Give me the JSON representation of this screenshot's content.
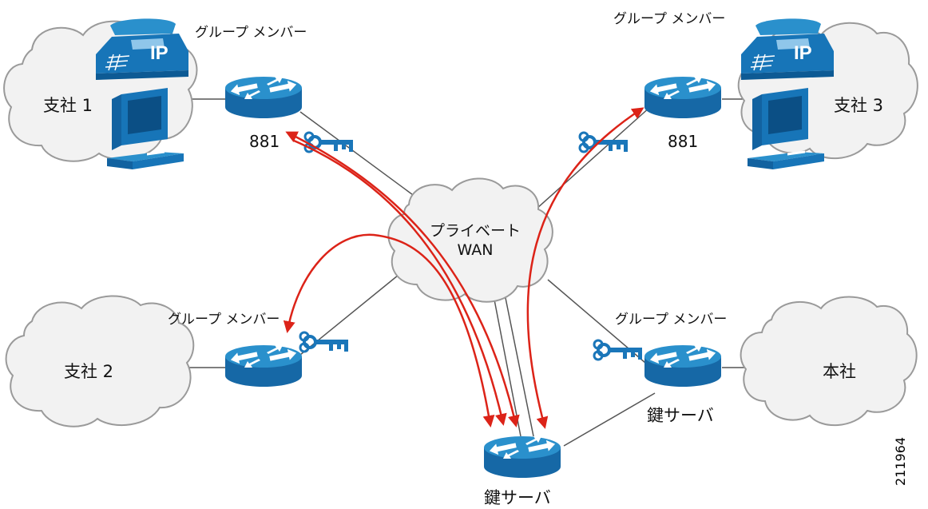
{
  "labels": {
    "group_member_1": "グループ メンバー",
    "group_member_3": "グループ メンバー",
    "group_member_2": "グループ メンバー",
    "group_member_hq": "グループ メンバー",
    "branch_1": "支社 1",
    "branch_2": "支社 2",
    "branch_3": "支社 3",
    "headquarters": "本社",
    "router_model_1": "881",
    "router_model_3": "881",
    "wan_line1": "プライベート",
    "wan_line2": "WAN",
    "key_server_hq": "鍵サーバ",
    "key_server_main": "鍵サーバ",
    "figure_id": "211964",
    "phone_badge_1": "IP",
    "phone_badge_3": "IP"
  },
  "colors": {
    "router_blue": "#1775b8",
    "router_top": "#2a90cc",
    "arrow_red": "#dc2318",
    "key_blue": "#1a76b9",
    "cloud_fill": "#f2f2f2",
    "cloud_stroke": "#9a9a9a",
    "line_gray": "#555555"
  },
  "icons": [
    "router-icon",
    "ip-phone-icon",
    "workstation-icon",
    "key-icon",
    "cloud-icon"
  ]
}
